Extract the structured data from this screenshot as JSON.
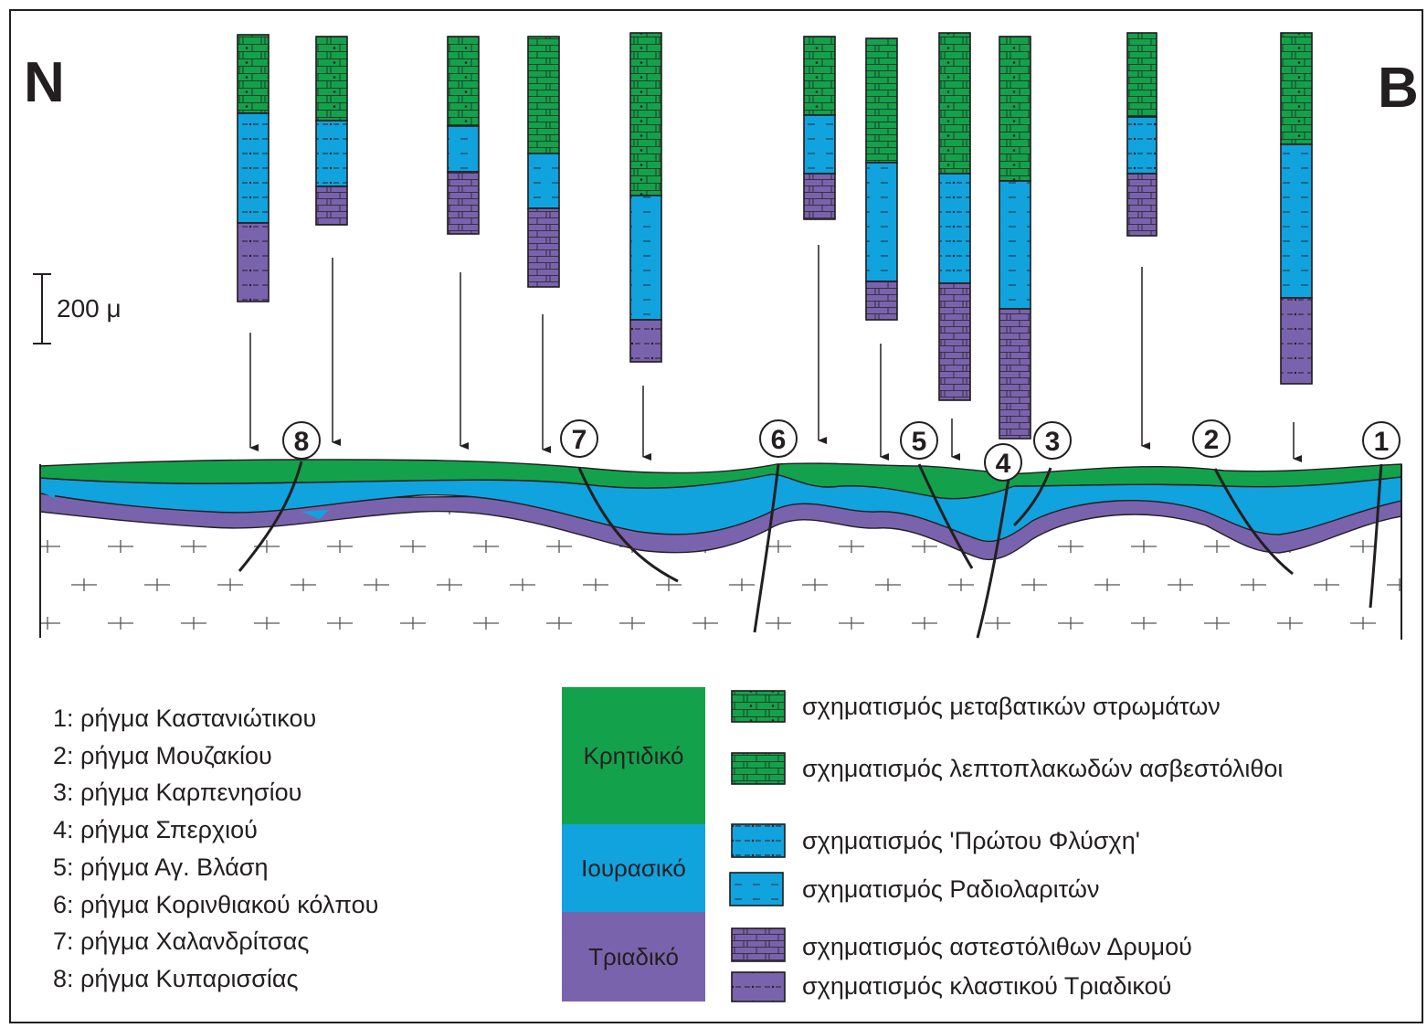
{
  "directions": {
    "left": "N",
    "right": "B"
  },
  "scale_bar": {
    "label": "200 μ"
  },
  "colors": {
    "cretaceous": "#13a24b",
    "jurassic": "#11a3de",
    "triassic": "#7a63ad",
    "line": "#231f20"
  },
  "fault_markers": [
    "8",
    "7",
    "6",
    "5",
    "4",
    "3",
    "2",
    "1"
  ],
  "fault_legend": [
    "1: ρήγμα Καστανιώτικου",
    "2: ρήγμα Μουζακίου",
    "3: ρήγμα Καρπενησίου",
    "4: ρήγμα Σπερχιού",
    "5: ρήγμα Αγ. Βλάση",
    "6: ρήγμα Κορινθιακού κόλπου",
    "7: ρήγμα Χαλανδρίτσας",
    "8: ρήγμα Κυπαρισσίας"
  ],
  "periods": {
    "cretaceous": "Κρητιδικό",
    "jurassic": "Ιουρασικό",
    "triassic": "Τριαδικό"
  },
  "formations": [
    {
      "label": "σχηματισμός μεταβατικών στρωμάτων",
      "period": "cretaceous",
      "pattern": "brick-dot"
    },
    {
      "label": "σχηματισμός λεπτοπλακωδών ασβεστόλιθοι",
      "period": "cretaceous",
      "pattern": "brick"
    },
    {
      "label": "σχηματισμός 'Πρώτου Φλύσχη'",
      "period": "jurassic",
      "pattern": "dash-dot"
    },
    {
      "label": "σχηματισμός Ραδιολαριτών",
      "period": "jurassic",
      "pattern": "dash"
    },
    {
      "label": "σχηματισμός αστεστόλιθων Δρυμού",
      "period": "triassic",
      "pattern": "brick"
    },
    {
      "label": "σχηματισμός κλαστικού Τριαδικού",
      "period": "triassic",
      "pattern": "dash-dot"
    }
  ]
}
